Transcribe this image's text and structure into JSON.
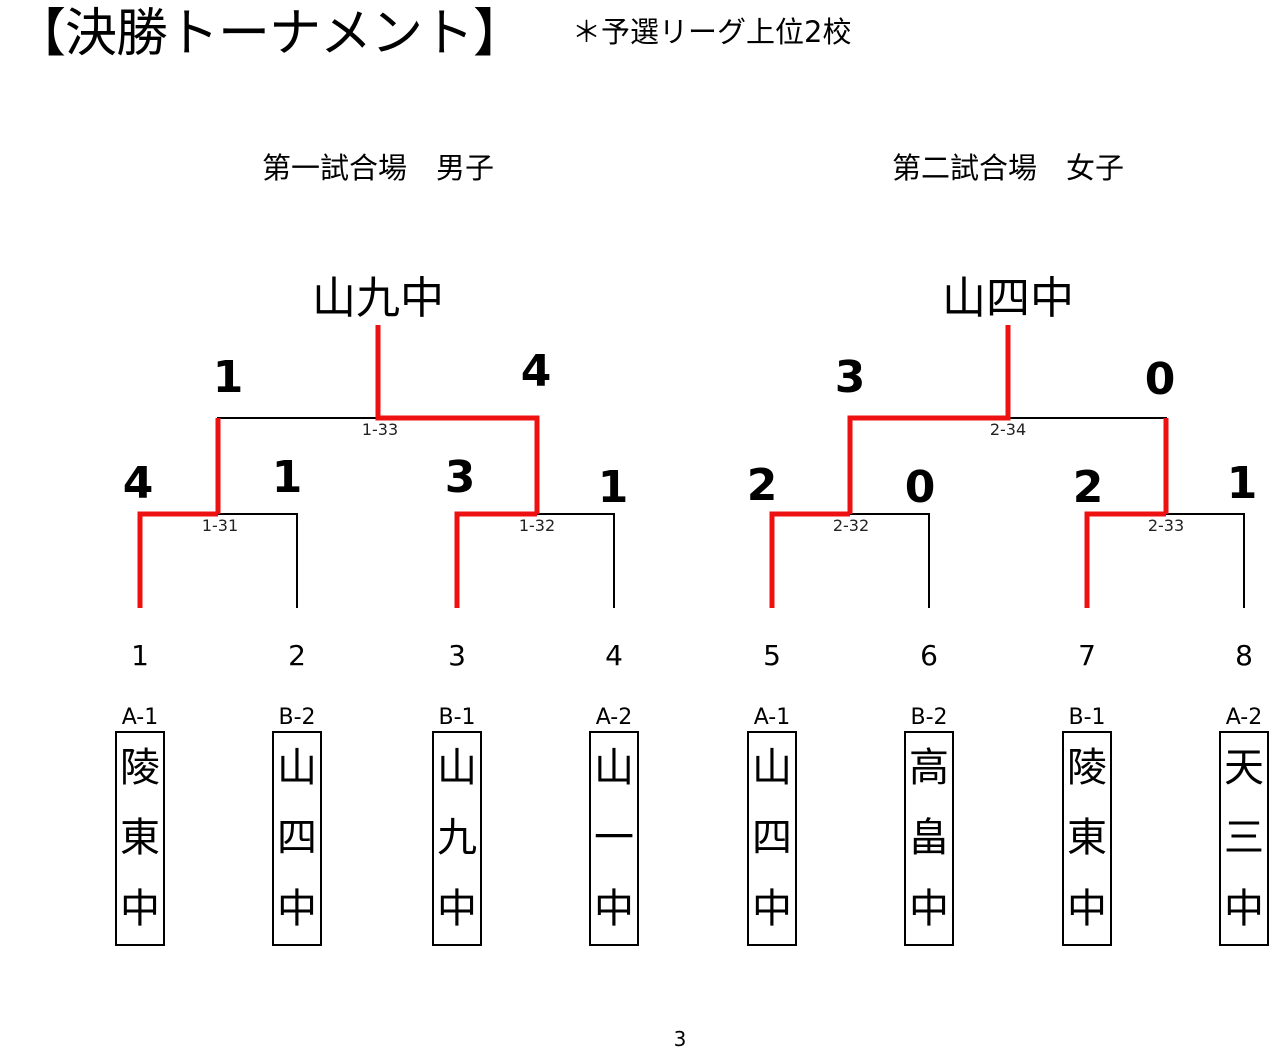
{
  "page": {
    "title": "【決勝トーナメント】",
    "note": "＊予選リーグ上位2校",
    "page_number": "3"
  },
  "colors": {
    "winner_line": "#ee1111",
    "line": "#000000"
  },
  "brackets": [
    {
      "court": "第一試合場　男子",
      "champion": "山九中",
      "final": {
        "id": "1-33",
        "left_score": "1",
        "right_score": "4"
      },
      "semis": [
        {
          "id": "1-31",
          "left_score": "4",
          "right_score": "1"
        },
        {
          "id": "1-32",
          "left_score": "3",
          "right_score": "1"
        }
      ],
      "slots": [
        {
          "num": "1",
          "seed": "A-1",
          "chars": [
            "陵",
            "東",
            "中"
          ]
        },
        {
          "num": "2",
          "seed": "B-2",
          "chars": [
            "山",
            "四",
            "中"
          ]
        },
        {
          "num": "3",
          "seed": "B-1",
          "chars": [
            "山",
            "九",
            "中"
          ]
        },
        {
          "num": "4",
          "seed": "A-2",
          "chars": [
            "山",
            "一",
            "中"
          ]
        }
      ]
    },
    {
      "court": "第二試合場　女子",
      "champion": "山四中",
      "final": {
        "id": "2-34",
        "left_score": "3",
        "right_score": "0"
      },
      "semis": [
        {
          "id": "2-32",
          "left_score": "2",
          "right_score": "0"
        },
        {
          "id": "2-33",
          "left_score": "2",
          "right_score": "1"
        }
      ],
      "slots": [
        {
          "num": "5",
          "seed": "A-1",
          "chars": [
            "山",
            "四",
            "中"
          ]
        },
        {
          "num": "6",
          "seed": "B-2",
          "chars": [
            "高",
            "畠",
            "中"
          ]
        },
        {
          "num": "7",
          "seed": "B-1",
          "chars": [
            "陵",
            "東",
            "中"
          ]
        },
        {
          "num": "8",
          "seed": "A-2",
          "chars": [
            "天",
            "三",
            "中"
          ]
        }
      ]
    }
  ]
}
